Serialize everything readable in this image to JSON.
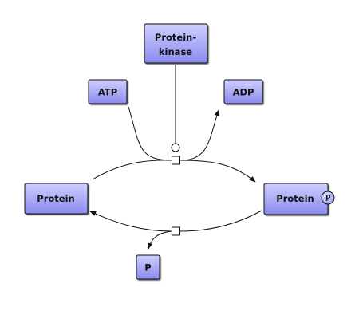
{
  "nodes": {
    "protein_kinase": {
      "line1": "Protein-",
      "line2": "kinase"
    },
    "atp": {
      "label": "ATP"
    },
    "adp": {
      "label": "ADP"
    },
    "protein_left": {
      "label": "Protein"
    },
    "protein_right": {
      "label": "Protein"
    },
    "phosphate": {
      "label": "P"
    },
    "phospho_marker": {
      "label": "P"
    }
  },
  "colors": {
    "node_fill_top": "#c8c8ff",
    "node_fill_bottom": "#8f8ff0",
    "node_stroke": "#111111",
    "edge": "#111111",
    "background": "#ffffff"
  }
}
